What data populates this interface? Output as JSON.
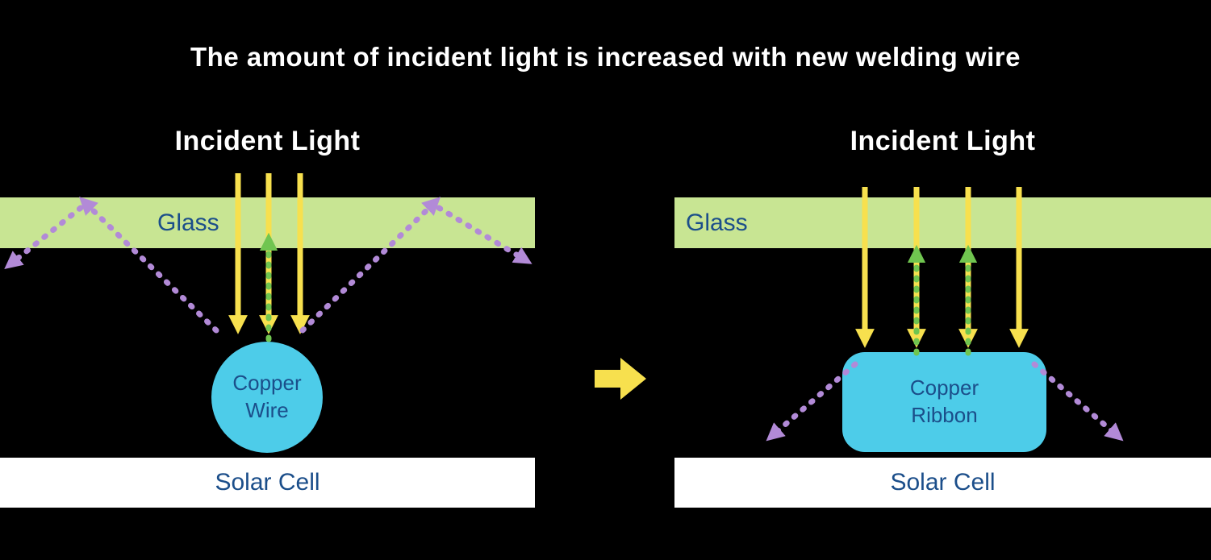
{
  "title": "The amount of incident light is increased with new welding wire",
  "colors": {
    "background": "#000000",
    "glass": "#c8e593",
    "copper": "#4dcce9",
    "solar_cell": "#ffffff",
    "label_blue": "#1b4e8a",
    "incident_yellow": "#f7e04e",
    "reflect_green": "#70c550",
    "loss_purple": "#b28ad7",
    "title_text": "#ffffff"
  },
  "left_panel": {
    "incident_light_label": "Incident Light",
    "glass_label": "Glass",
    "conductor_label": "Copper Wire",
    "solar_cell_label": "Solar Cell"
  },
  "right_panel": {
    "incident_light_label": "Incident Light",
    "glass_label": "Glass",
    "conductor_label": "Copper Ribbon",
    "solar_cell_label": "Solar Cell"
  },
  "transition": {
    "icon": "right-arrow"
  }
}
